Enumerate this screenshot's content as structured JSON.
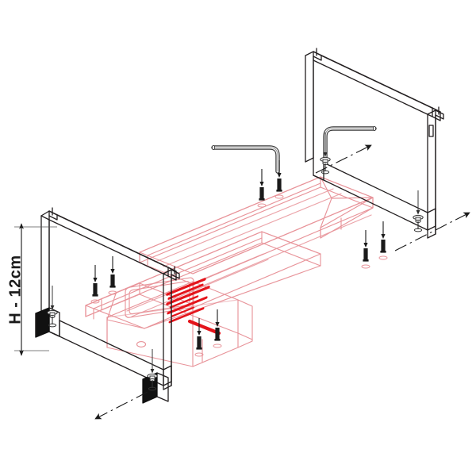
{
  "drawing": {
    "type": "isometric-assembly-instruction",
    "title": "Bed frame / slat base leg assembly exploded view",
    "background_color": "#ffffff",
    "line_color_primary": "#231f20",
    "line_color_secondary": "#e8949a",
    "decal_color": "#e4141b",
    "hardware_color": "#1a1a1a"
  },
  "annotations": {
    "height_dimension": {
      "label": "H - 12cm",
      "orientation": "vertical",
      "arrow_ends": "both",
      "position": "left"
    }
  },
  "axes": [
    {
      "name": "axis-line-upper-right",
      "style": "dash-dot",
      "arrow": "up-right"
    },
    {
      "name": "axis-line-right",
      "style": "dash-dot",
      "arrow": "up-right"
    },
    {
      "name": "axis-line-lower-left",
      "style": "dash-dot",
      "arrow": "down-left"
    }
  ],
  "parts": {
    "leg_frames": [
      {
        "name": "leg-frame-left",
        "foot_pads": 2,
        "color": "#231f20"
      },
      {
        "name": "leg-frame-right",
        "foot_pads": 0,
        "color": "#231f20"
      }
    ],
    "side_rails": [
      {
        "name": "side-rail-front",
        "color": "#e8949a"
      },
      {
        "name": "side-rail-rear",
        "color": "#e8949a"
      }
    ],
    "center_panel": {
      "name": "center-mounting-panel",
      "color": "#e8949a",
      "has_cutout": true,
      "has_label_decal": true
    },
    "tools": [
      {
        "name": "hex-key-left",
        "type": "allen-wrench",
        "color": "#231f20"
      },
      {
        "name": "hex-key-right",
        "type": "allen-wrench",
        "color": "#231f20"
      }
    ],
    "fasteners": {
      "bolt_count": 8,
      "foot_screw_count": 4,
      "arrow_direction": "down",
      "color": "#1a1a1a"
    }
  },
  "decal": {
    "name": "warning-label-decal",
    "color": "#e4141b",
    "stripe_rows": 7,
    "legible": false
  }
}
